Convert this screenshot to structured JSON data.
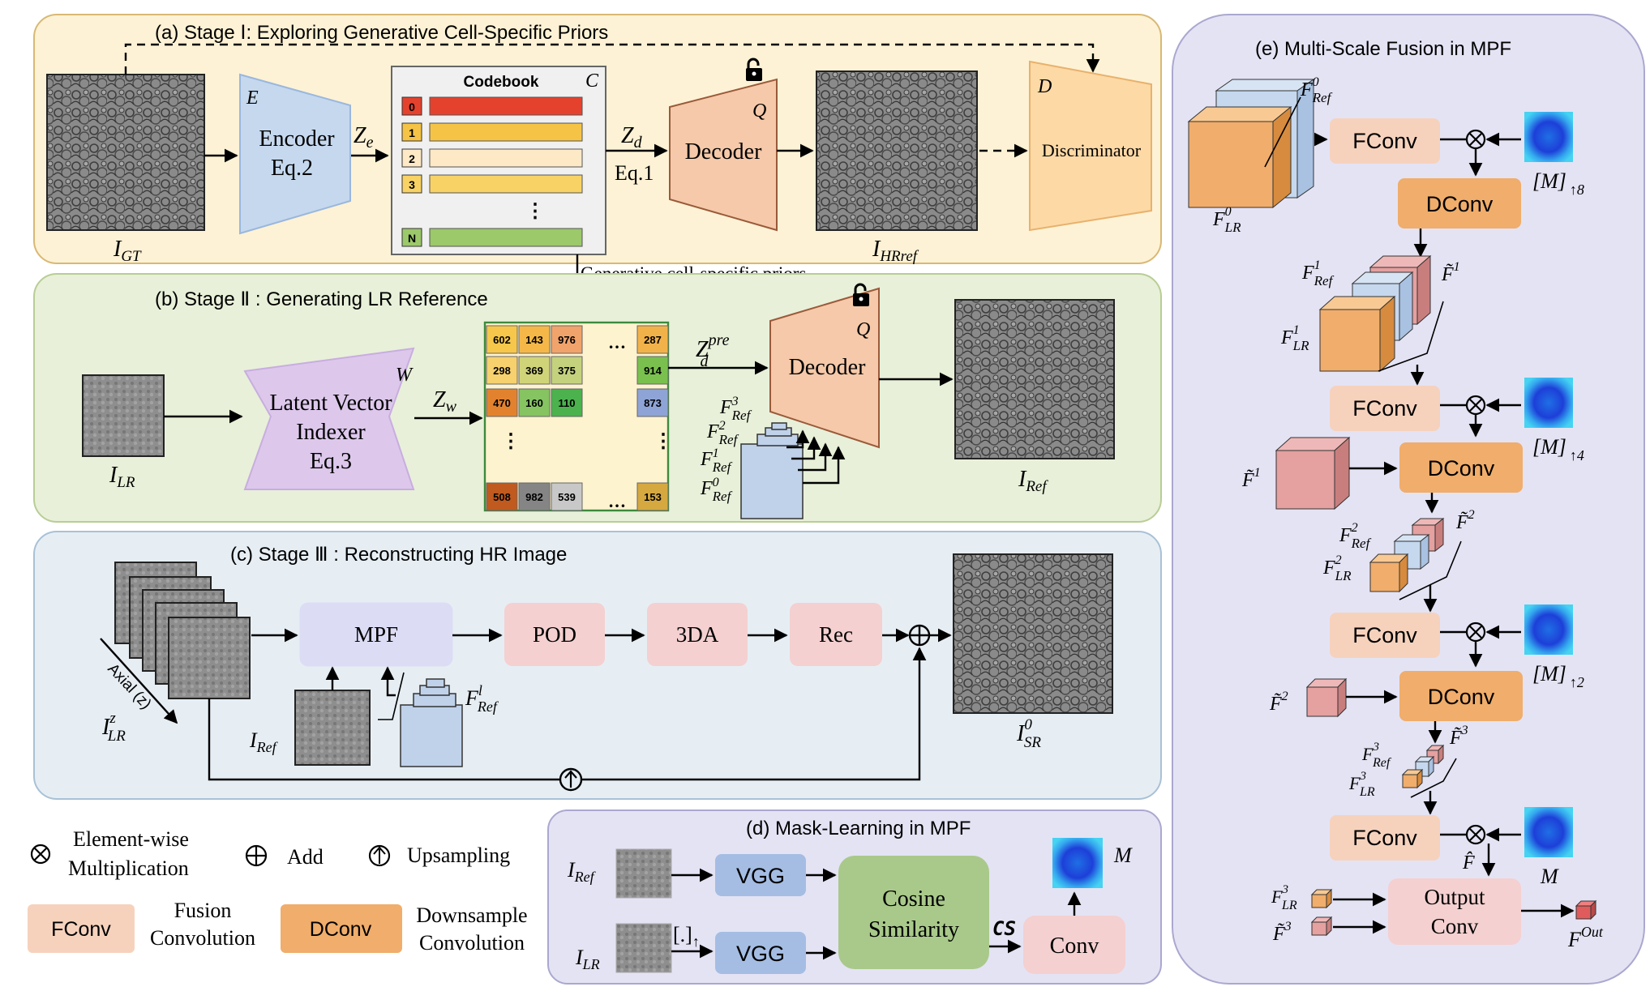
{
  "panels": {
    "a": {
      "title": "(a) Stage Ⅰ: Exploring Generative Cell-Specific Priors"
    },
    "b": {
      "title": "(b) Stage Ⅱ : Generating LR Reference"
    },
    "c": {
      "title": "(c) Stage Ⅲ : Reconstructing HR Image"
    },
    "d": {
      "title": "(d) Mask-Learning in MPF"
    },
    "e": {
      "title": "(e) Multi-Scale Fusion in MPF"
    }
  },
  "stage1": {
    "img_gt": "I",
    "img_gt_sub": "GT",
    "encoder_tag": "E",
    "encoder_l1": "Encoder",
    "encoder_l2": "Eq.2",
    "ze": "Z",
    "ze_sub": "e",
    "codebook_title": "Codebook",
    "codebook_tag": "C",
    "codebook_indices": [
      "0",
      "1",
      "2",
      "3",
      "N"
    ],
    "codebook_dots": "⋮",
    "zd": "Z",
    "zd_sub": "d",
    "eq1": "Eq.1",
    "decoder_label": "Decoder",
    "decoder_tag": "Q",
    "img_hr": "I",
    "img_hr_sub": "HRref",
    "disc_tag": "D",
    "disc_label": "Discriminator",
    "priors_label": "Generative cell-specific priors"
  },
  "stage2": {
    "img_lr": "I",
    "img_lr_sub": "LR",
    "indexer_tag": "W",
    "indexer_l1": "Latent Vector",
    "indexer_l2": "Indexer",
    "indexer_l3": "Eq.3",
    "zw": "Z",
    "zw_sub": "w",
    "grid": [
      [
        "602",
        "143",
        "976",
        "287"
      ],
      [
        "298",
        "369",
        "375",
        "914"
      ],
      [
        "470",
        "160",
        "110",
        "873"
      ],
      [
        "508",
        "982",
        "539",
        "153"
      ]
    ],
    "grid_dots_h": "…",
    "grid_dots_v": "⋮",
    "zdpre": "Z",
    "zdpre_sub": "d",
    "zdpre_sup": "pre",
    "decoder_label": "Decoder",
    "decoder_tag": "Q",
    "fref_labels": [
      "F",
      "F",
      "F",
      "F"
    ],
    "fref_sups": [
      "3",
      "2",
      "1",
      "0"
    ],
    "fref_sub": "Ref",
    "img_ref": "I",
    "img_ref_sub": "Ref"
  },
  "stage3": {
    "axial": "Axial (z)",
    "img_lrz": "I",
    "img_lrz_sub": "LR",
    "img_lrz_sup": "z",
    "mpf": "MPF",
    "pod": "POD",
    "da3": "3DA",
    "rec": "Rec",
    "img_ref": "I",
    "img_ref_sub": "Ref",
    "fl_ref": "F",
    "fl_ref_sub": "Ref",
    "fl_ref_sup": "l",
    "img_sr": "I",
    "img_sr_sub": "SR",
    "img_sr_sup": "0"
  },
  "legend": {
    "mult_l1": "Element-wise",
    "mult_l2": "Multiplication",
    "add": "Add",
    "up": "Upsampling",
    "fconv": "FConv",
    "fconv_l1": "Fusion",
    "fconv_l2": "Convolution",
    "dconv": "DConv",
    "dconv_l1": "Downsample",
    "dconv_l2": "Convolution"
  },
  "stage_d": {
    "iref": "I",
    "iref_sub": "Ref",
    "ilr": "I",
    "ilr_sub": "LR",
    "up_bracket": "[.]",
    "up_arrow": "↑",
    "vgg": "VGG",
    "cosine_l1": "Cosine",
    "cosine_l2": "Similarity",
    "cs": "CS",
    "conv": "Conv",
    "m": "M"
  },
  "stage_e": {
    "fref0": "F",
    "fref0_sup": "0",
    "fref0_sub": "Ref",
    "flr0": "F",
    "flr0_sup": "0",
    "flr0_sub": "LR",
    "fconv": "FConv",
    "dconv": "DConv",
    "m8": "[M]",
    "m8_sub": "↑8",
    "m4": "[M]",
    "m4_sub": "↑4",
    "m2": "[M]",
    "m2_sub": "↑2",
    "m": "M",
    "fref1": "F",
    "fref1_sup": "1",
    "fref1_sub": "Ref",
    "flr1": "F",
    "flr1_sup": "1",
    "flr1_sub": "LR",
    "ft1": "F̃",
    "ft1_sup": "1",
    "fref2": "F",
    "fref2_sup": "2",
    "fref2_sub": "Ref",
    "flr2": "F",
    "flr2_sup": "2",
    "flr2_sub": "LR",
    "ft2": "F̃",
    "ft2_sup": "2",
    "fref3": "F",
    "fref3_sup": "3",
    "fref3_sub": "Ref",
    "flr3": "F",
    "flr3_sup": "3",
    "flr3_sub": "LR",
    "ft3": "F̃",
    "ft3_sup": "3",
    "fhat": "F̂",
    "out_l1": "Output",
    "out_l2": "Conv",
    "fout": "F",
    "fout_sup": "Out"
  },
  "colors": {
    "panel_a": "#fdf2d5",
    "panel_b": "#e8f0d9",
    "panel_c": "#e6eef4",
    "panel_de": "#e4e3f4",
    "encoder": "#c5d8ee",
    "indexer": "#ddc8ec",
    "decoder": "#f5c9a9",
    "disc": "#fdd9a6",
    "mpf": "#dcdcf5",
    "pink_box": "#f4d0d0",
    "fconv": "#f6d2bd",
    "dconv": "#f0ad6b",
    "vgg": "#a5bde3",
    "cosine": "#a9c98a",
    "codebook_bars": [
      "#e5422e",
      "#f5c447",
      "#fde9c6",
      "#f8d264",
      "#9cc96a"
    ]
  }
}
